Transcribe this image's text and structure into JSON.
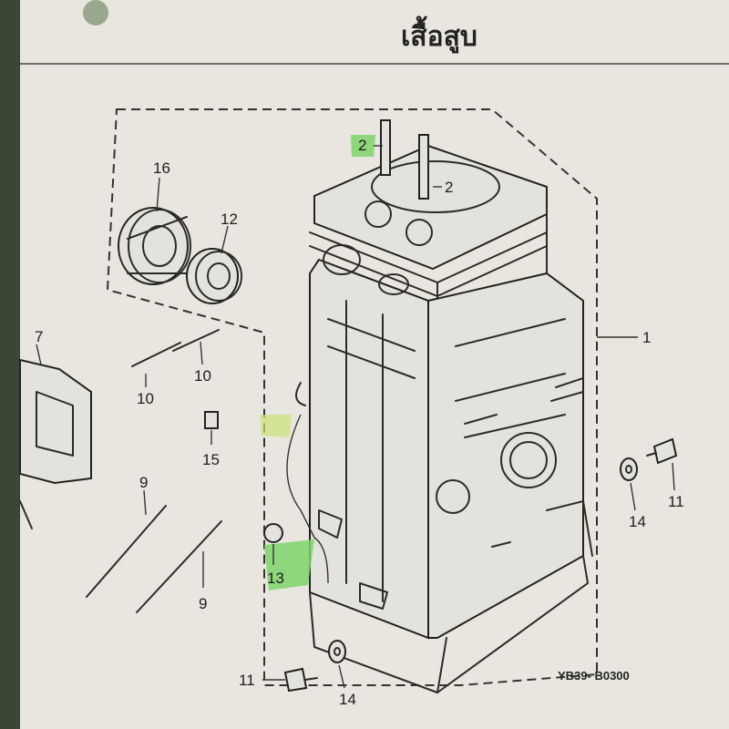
{
  "title": "เสื้อสูบ",
  "drawing_code": "YB39- B0300",
  "callouts": {
    "c1": "1",
    "c2a": "2",
    "c2b": "2",
    "c7": "7",
    "c9a": "9",
    "c9b": "9",
    "c10a": "10",
    "c10b": "10",
    "c11a": "11",
    "c11b": "11",
    "c12": "12",
    "c13": "13",
    "c14a": "14",
    "c14b": "14",
    "c15": "15",
    "c16": "16"
  },
  "colors": {
    "paper": "#e9e6df",
    "highlight": "#7ed46b",
    "ink": "#2b2b2b"
  }
}
